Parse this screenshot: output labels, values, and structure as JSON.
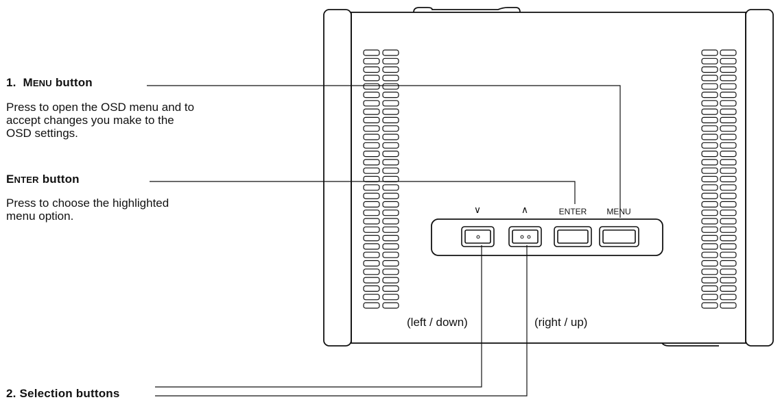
{
  "menu_section": {
    "number": "1.",
    "name_first": "M",
    "name_rest": "ENU",
    "name_suffix": "button",
    "description": [
      "Press to open the OSD menu and to",
      "accept changes you make to the",
      "OSD settings."
    ]
  },
  "enter_section": {
    "name_first": "E",
    "name_rest": "NTER",
    "name_suffix": "button",
    "description": [
      "Press to choose the highlighted",
      "menu option."
    ]
  },
  "selection_section": {
    "title": "2.  Selection buttons"
  },
  "panel": {
    "labels": {
      "down_arrow": "∨",
      "up_arrow": "∧",
      "enter": "ENTER",
      "menu": "MENU"
    },
    "left_down_label": "(left / down)",
    "right_up_label": "(right / up)"
  },
  "colors": {
    "line": "#111111",
    "background": "#ffffff"
  }
}
